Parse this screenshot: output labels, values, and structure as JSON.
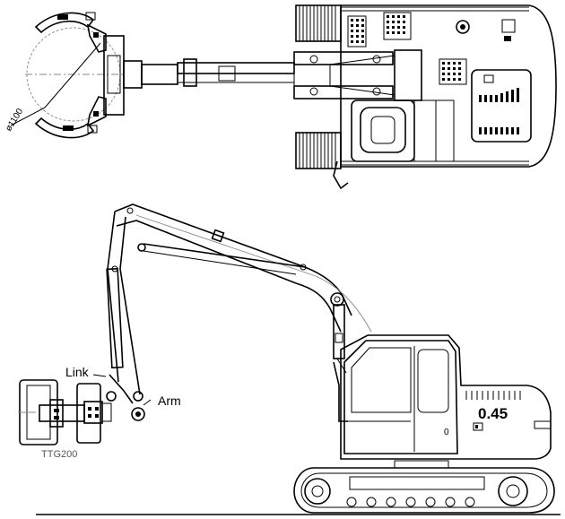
{
  "labels": {
    "diameter": "ø1100",
    "link": "Link",
    "arm": "Arm",
    "model": "TTG200",
    "capacity": "0.45",
    "cab_mark": "0"
  }
}
